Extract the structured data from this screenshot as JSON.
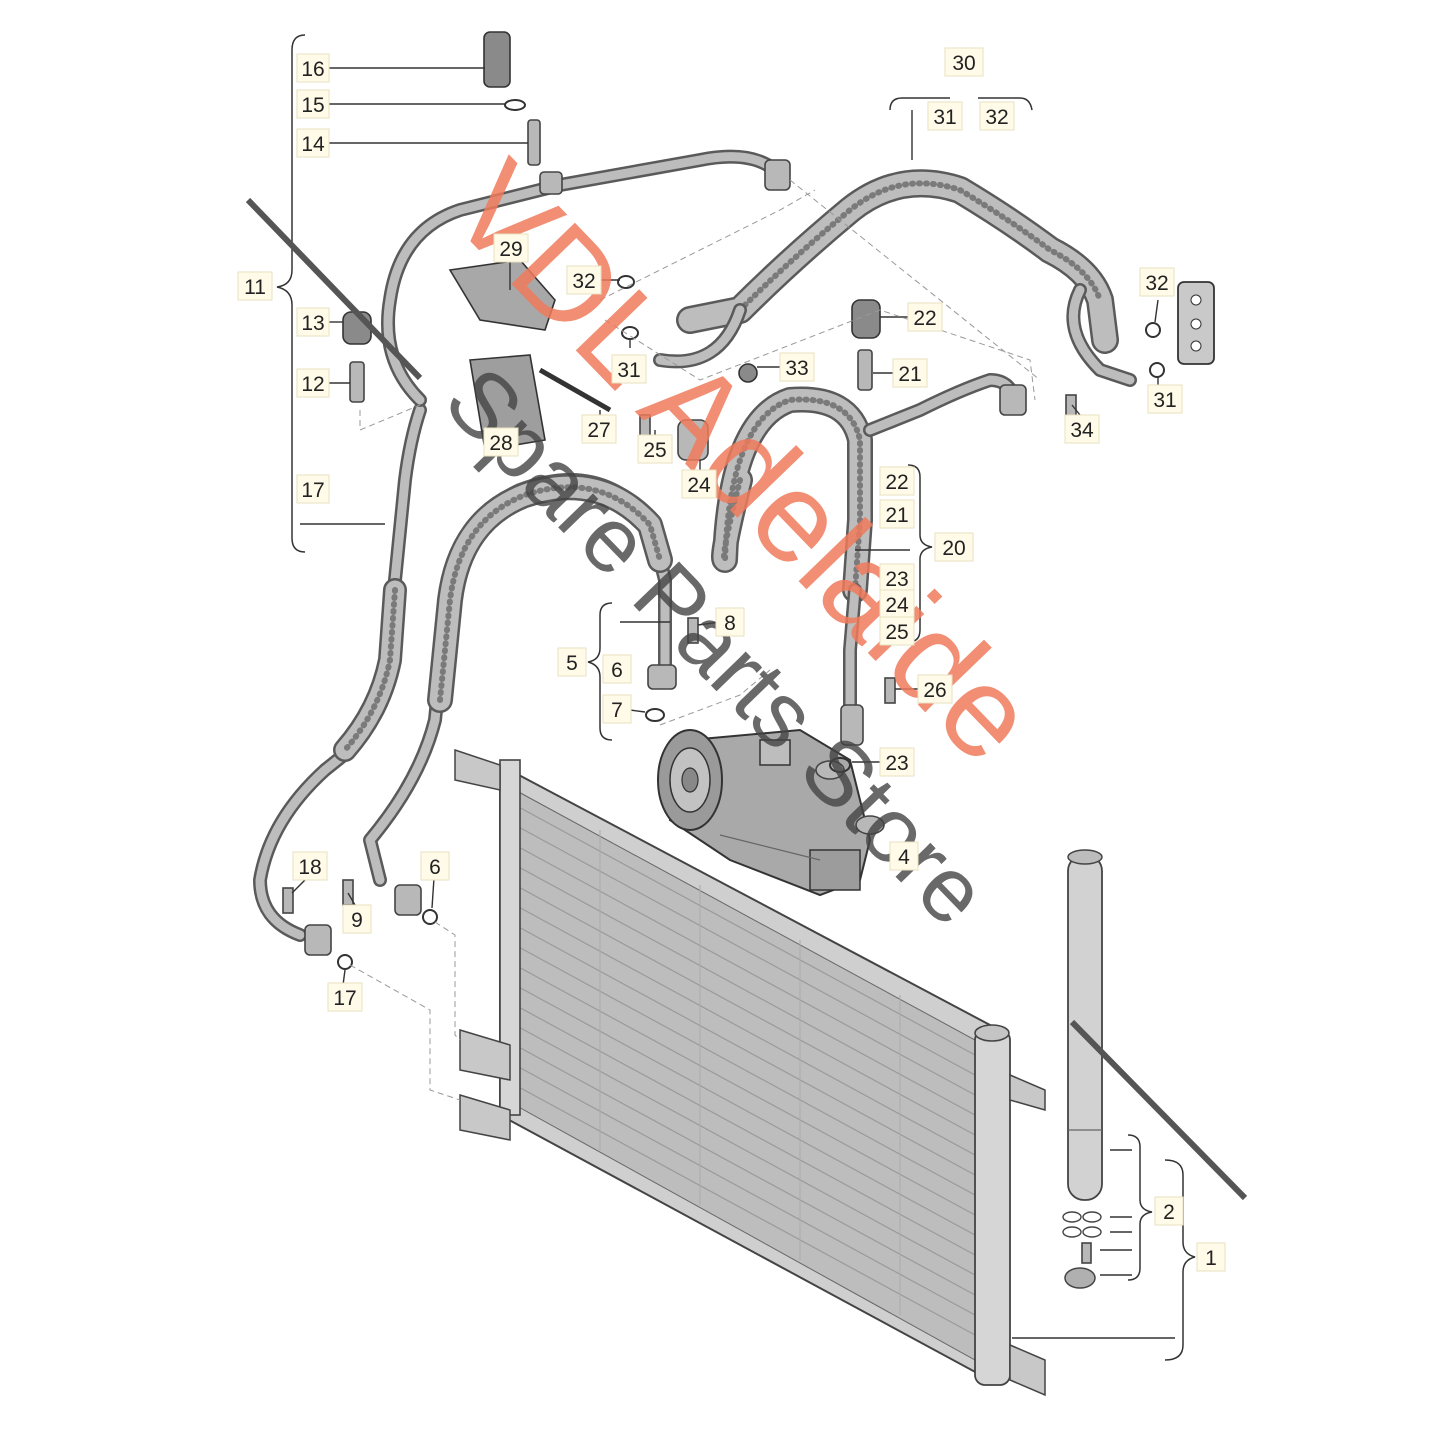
{
  "watermark": {
    "primary": "VDL Adelaide",
    "secondary": "Spare Parts Store",
    "primary_color": "#ef7a5a",
    "secondary_color": "#444444"
  },
  "callouts": {
    "c1": "1",
    "c2": "2",
    "c4": "4",
    "c5": "5",
    "c6a": "6",
    "c6b": "6",
    "c7": "7",
    "c8": "8",
    "c9": "9",
    "c11": "11",
    "c12": "12",
    "c13": "13",
    "c14": "14",
    "c15": "15",
    "c16": "16",
    "c17a": "17",
    "c17b": "17",
    "c18": "18",
    "c20": "20",
    "c21a": "21",
    "c21b": "21",
    "c22a": "22",
    "c22b": "22",
    "c23a": "23",
    "c23b": "23",
    "c24a": "24",
    "c24b": "24",
    "c25a": "25",
    "c25b": "25",
    "c26": "26",
    "c27": "27",
    "c28": "28",
    "c29": "29",
    "c30": "30",
    "c31a": "31",
    "c31b": "31",
    "c31c": "31",
    "c32a": "32",
    "c32b": "32",
    "c32c": "32",
    "c33": "33",
    "c34": "34"
  },
  "parts": {
    "condenser": "condenser",
    "compressor": "compressor",
    "receiver_drier": "receiver-drier"
  }
}
